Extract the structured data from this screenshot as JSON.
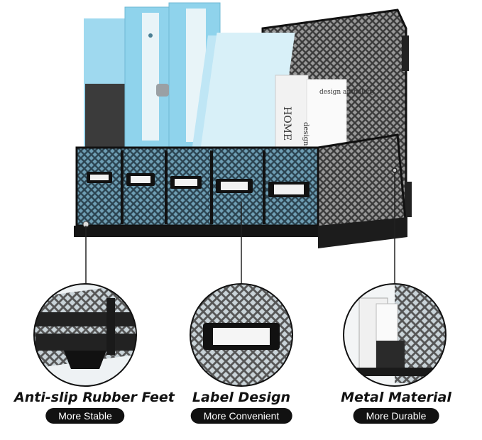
{
  "product": {
    "book_spine_text": "HOME",
    "book_cover_text": "design anthology",
    "book_small_text": "design"
  },
  "features": [
    {
      "title": "Anti-slip Rubber Feet",
      "subtitle": "More Stable"
    },
    {
      "title": "Label Design",
      "subtitle": "More Convenient"
    },
    {
      "title": "Metal Material",
      "subtitle": "More Durable"
    }
  ],
  "colors": {
    "binder_blue": "#8fd3ec",
    "bin_teal": "#6f9fb5",
    "metal_black": "#1a1a1a",
    "pill_bg": "#111111",
    "pill_text": "#ffffff"
  },
  "icons": [
    "rubber-foot-icon",
    "label-holder-icon",
    "metal-mesh-icon"
  ]
}
